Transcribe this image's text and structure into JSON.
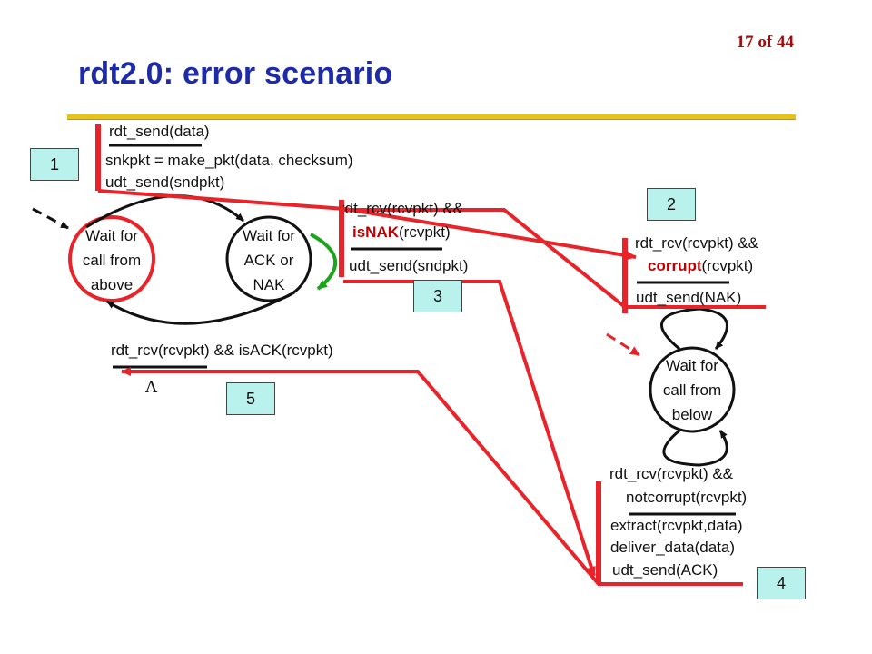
{
  "page_number": "17 of 44",
  "title": "rdt2.0: error scenario",
  "colors": {
    "title": "#1d2ba8",
    "page_number": "#a10d0d",
    "rule": "#e5c21f",
    "highlight_red": "#e8232a",
    "nak_loop_green": "#1aa51a",
    "step_box_fill": "#b9f1ec"
  },
  "sender": {
    "state_wait_call_above": [
      "Wait for",
      "call from",
      "above"
    ],
    "state_wait_ack_nak": [
      "Wait for",
      "ACK or",
      "NAK"
    ],
    "send_event": "rdt_send(data)",
    "send_action_1": "snkpkt = make_pkt(data, checksum)",
    "send_action_2": "udt_send(sndpkt)",
    "nak_event_1": "rdt_rcv(rcvpkt) &&",
    "nak_event_2_highlight": "isNAK",
    "nak_event_2_rest": "(rcvpkt)",
    "nak_action": "udt_send(sndpkt)",
    "ack_event": "rdt_rcv(rcvpkt) && isACK(rcvpkt)",
    "ack_action": "Λ"
  },
  "receiver": {
    "state_wait_call_below": [
      "Wait for",
      "call from",
      "below"
    ],
    "corrupt_event_1": "rdt_rcv(rcvpkt) &&",
    "corrupt_event_2_highlight": "corrupt",
    "corrupt_event_2_rest": "(rcvpkt)",
    "corrupt_action": "udt_send(NAK)",
    "ok_event_1": "rdt_rcv(rcvpkt) &&",
    "ok_event_2": "notcorrupt(rcvpkt)",
    "ok_action_1": "extract(rcvpkt,data)",
    "ok_action_2": "deliver_data(data)",
    "ok_action_3": "udt_send(ACK)"
  },
  "steps": [
    "1",
    "2",
    "3",
    "4",
    "5"
  ]
}
